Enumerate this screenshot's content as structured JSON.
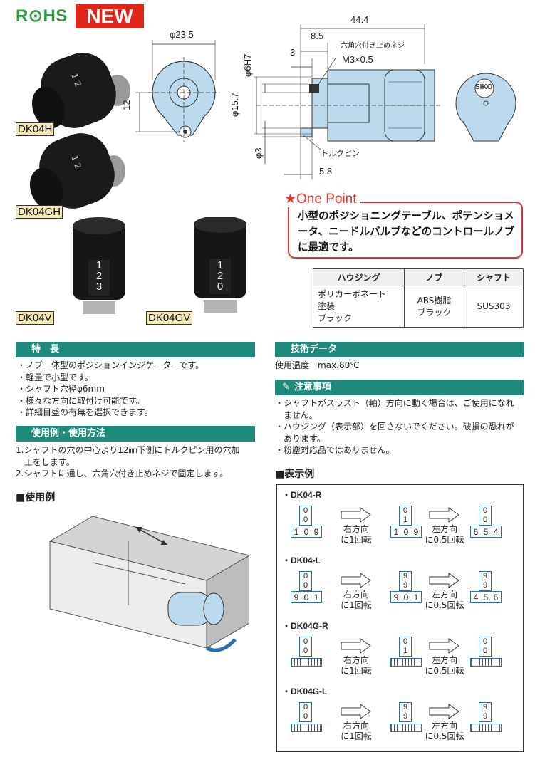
{
  "badges": {
    "rohs": "R⊙HS",
    "new": "NEW"
  },
  "products": [
    {
      "label": "DK04H"
    },
    {
      "label": "DK04GH"
    },
    {
      "label": "DK04V"
    },
    {
      "label": "DK04GV"
    }
  ],
  "dial_faces": {
    "v": [
      "1",
      "2",
      "3"
    ],
    "gv": [
      "1",
      "2",
      "0"
    ]
  },
  "drawing": {
    "dim_23_5": "φ23.5",
    "dim_12": "12",
    "dim_44_4": "44.4",
    "dim_8_5": "8.5",
    "dim_3_top": "3",
    "dim_6h7": "φ6H7",
    "dim_15_7": "φ15.7",
    "dim_3_side": "φ3",
    "dim_5_8": "5.8",
    "screw_note": "六角穴付き止めネジ",
    "screw_size": "M3×0.5",
    "torque_pin": "トルクピン",
    "logo": "SIKO"
  },
  "one_point": {
    "title": "★One Point",
    "text": "小型のポジショニングテーブル、ポテンショメータ、ニードルバルブなどのコントロールノブに最適です。"
  },
  "materials": {
    "headers": [
      "ハウジング",
      "ノブ",
      "シャフト"
    ],
    "row": [
      "ポリカーボネート\n塗装\nブラック",
      "ABS樹脂\nブラック",
      "SUS303"
    ]
  },
  "features": {
    "title": "特　長",
    "items": [
      "・ノブ一体型のポジションインジケーターです。",
      "・軽量で小型です。",
      "・シャフト穴径φ6mm",
      "・様々な方向に取付け可能です。",
      "・詳細目盛の有無を選択できます。"
    ]
  },
  "usage": {
    "title": "使用例・使用方法",
    "items": [
      "1.シャフトの穴の中心より12㎜下側にトルクピン用の穴加",
      "　工をします。",
      "2.シャフトに通し、六角穴付き止めネジで固定します。"
    ]
  },
  "usage_example_title": "■使用例",
  "tech": {
    "title": "技術データ",
    "text": "使用温度　max.80℃"
  },
  "caution": {
    "title": "注意事項",
    "items": [
      "・シャフトがスラスト（軸）方向に動く場合は、ご使用になれ",
      "　ません。",
      "・ハウジング（表示部）を回さないでください。破損の恐れが",
      "　あります。",
      "・粉塵対応品ではありません。"
    ]
  },
  "display": {
    "title": "■表示例",
    "rows": [
      {
        "label": "・DK04-R",
        "s1": {
          "col": [
            "0",
            "0"
          ],
          "dial": [
            "1",
            "0",
            "9"
          ]
        },
        "a1": [
          "右方向",
          "に1回転"
        ],
        "s2": {
          "col": [
            "0",
            "1"
          ],
          "dial": [
            "1",
            "0",
            "9"
          ]
        },
        "a2": [
          "左方向",
          "に0.5回転"
        ],
        "s3": {
          "col": [
            "0",
            "0"
          ],
          "dial": [
            "6",
            "5",
            "4"
          ]
        }
      },
      {
        "label": "・DK04-L",
        "s1": {
          "col": [
            "0",
            "0"
          ],
          "dial": [
            "9",
            "0",
            "1"
          ]
        },
        "a1": [
          "右方向",
          "に1回転"
        ],
        "s2": {
          "col": [
            "9",
            "9"
          ],
          "dial": [
            "9",
            "0",
            "1"
          ]
        },
        "a2": [
          "左方向",
          "に0.5回転"
        ],
        "s3": {
          "col": [
            "9",
            "9"
          ],
          "dial": [
            "4",
            "5",
            "6"
          ]
        }
      },
      {
        "label": "・DK04G-R",
        "s1": {
          "col": [
            "0",
            "0"
          ],
          "dial": []
        },
        "a1": [
          "右方向",
          "に1回転"
        ],
        "s2": {
          "col": [
            "0",
            "1"
          ],
          "dial": []
        },
        "a2": [
          "左方向",
          "に0.5回転"
        ],
        "s3": {
          "col": [
            "0",
            "0"
          ],
          "dial": []
        }
      },
      {
        "label": "・DK04G-L",
        "s1": {
          "col": [
            "0",
            "0"
          ],
          "dial": []
        },
        "a1": [
          "右方向",
          "に1回転"
        ],
        "s2": {
          "col": [
            "9",
            "9"
          ],
          "dial": []
        },
        "a2": [
          "左方向",
          "に0.5回転"
        ],
        "s3": {
          "col": [
            "9",
            "9"
          ],
          "dial": []
        }
      }
    ]
  },
  "colors": {
    "accent_teal": "#1e8a7c",
    "rohs_green": "#2e9a3e",
    "new_red": "#e1251b",
    "onepoint_red": "#d33",
    "drawing_blue": "#bcd9ee",
    "dial_blue": "#2a6cb0"
  }
}
